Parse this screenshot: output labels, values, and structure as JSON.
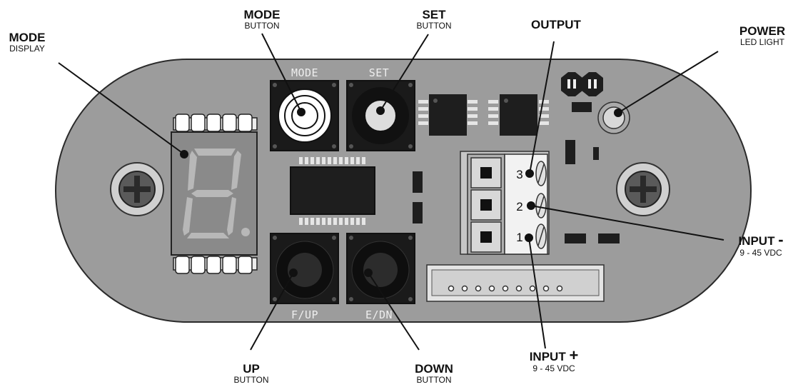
{
  "board": {
    "silk_mode": "MODE",
    "silk_set": "SET",
    "silk_up": "F/UP",
    "silk_down": "E/DN",
    "pin_3": "3",
    "pin_2": "2",
    "pin_1": "1"
  },
  "callouts": {
    "mode_display": {
      "main": "MODE",
      "sub": "DISPLAY"
    },
    "mode_button": {
      "main": "MODE",
      "sub": "BUTTON"
    },
    "set_button": {
      "main": "SET",
      "sub": "BUTTON"
    },
    "output": {
      "main": "OUTPUT"
    },
    "power": {
      "main": "POWER",
      "sub": "LED LIGHT"
    },
    "input_minus": {
      "main": "INPUT",
      "sign": "-",
      "sub": "9 - 45 VDC"
    },
    "input_plus": {
      "main": "INPUT",
      "sign": "+",
      "sub": "9 - 45 VDC"
    },
    "up_button": {
      "main": "UP",
      "sub": "BUTTON"
    },
    "down_button": {
      "main": "DOWN",
      "sub": "BUTTON"
    }
  },
  "colors": {
    "board": "#9c9c9c",
    "board_edge": "#2a2a2a",
    "button_body": "#1a1a1a",
    "segment": "#b8b8b8",
    "silk": "#eeeeee"
  }
}
